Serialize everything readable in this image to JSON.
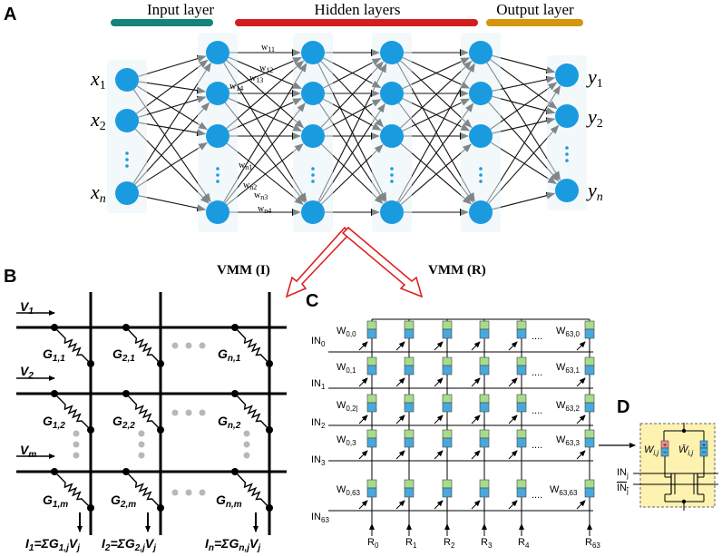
{
  "panels": {
    "A": "A",
    "B": "B",
    "C": "C",
    "D": "D"
  },
  "nn": {
    "layer_labels": {
      "input": "Input layer",
      "hidden": "Hidden layers",
      "output": "Output layer"
    },
    "inputs": [
      "x1",
      "x2",
      "xn"
    ],
    "outputs": [
      "y1",
      "y2",
      "yn"
    ],
    "weights": [
      "w11",
      "w12",
      "w13",
      "w14",
      "wn1",
      "wn2",
      "wn3",
      "wn4"
    ],
    "colors": {
      "input_bar": "#14837a",
      "hidden_bar": "#d21e1e",
      "output_bar": "#d4950f",
      "node": "#1a9be0"
    }
  },
  "vmm": {
    "left": "VMM (I)",
    "right": "VMM (R)"
  },
  "crossbar_b": {
    "voltages": [
      "V1",
      "V2",
      "Vm"
    ],
    "conductances": [
      "G1,1",
      "G2,1",
      "Gn,1",
      "G1,2",
      "G2,2",
      "Gn,2",
      "G1,m",
      "G2,m",
      "Gn,m"
    ],
    "currents": [
      "I1=ΣG1,jVj",
      "I2=ΣG2,jVj",
      "In=ΣGn,jVj"
    ]
  },
  "array_c": {
    "rows": [
      "IN0",
      "IN1",
      "IN2",
      "IN3",
      "IN63"
    ],
    "weights_first": [
      "W0,0",
      "W0,1",
      "W0,2",
      "W0,3",
      "W0,63"
    ],
    "weights_last": [
      "W63,0",
      "W63,1",
      "W63,2",
      "W63,3",
      "W63,63"
    ],
    "columns": [
      "R0",
      "R1",
      "R2",
      "R3",
      "R4",
      "R63"
    ],
    "ellipsis": "....",
    "colors": {
      "cell_top": "#a8dc8c",
      "cell_bottom": "#48a8dc"
    }
  },
  "cell_d": {
    "weights": [
      "Wi,j",
      "W̄i,j"
    ],
    "inputs": [
      "INj",
      "ĪNj"
    ],
    "colors": {
      "background": "#fdf2b0",
      "plus": "#f08c8c",
      "minus": "#48a8dc"
    }
  }
}
